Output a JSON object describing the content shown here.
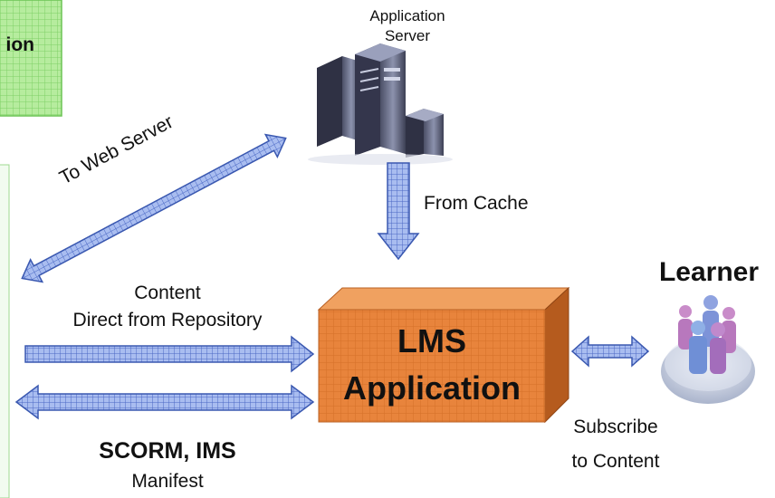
{
  "top_left_box": {
    "label_fragment": "ion"
  },
  "app_server": {
    "line1": "Application",
    "line2": "Server"
  },
  "arrows": {
    "to_web_server": "To Web Server",
    "from_cache": "From Cache",
    "content_line1": "Content",
    "content_line2": "Direct from Repository"
  },
  "lms": {
    "line1": "LMS",
    "line2": "Application"
  },
  "learner": {
    "title": "Learner"
  },
  "subscribe": {
    "line1": "Subscribe",
    "line2": "to Content"
  },
  "scorm": {
    "title": "SCORM, IMS",
    "subtitle": "Manifest"
  },
  "colors": {
    "green_box": "#aee6a0",
    "arrow_fill": "#9db4ea",
    "arrow_stroke": "#3a58b0",
    "lms_front": "#e8823a",
    "lms_top": "#f2a263",
    "lms_side": "#b85d1f"
  }
}
